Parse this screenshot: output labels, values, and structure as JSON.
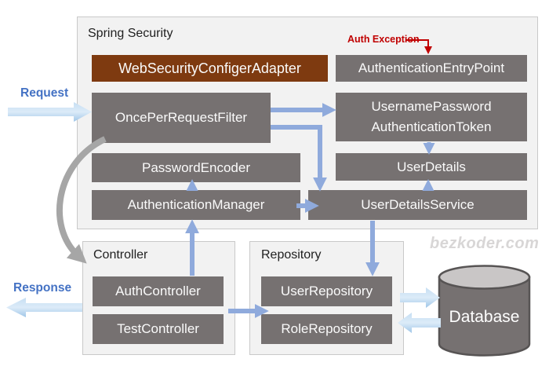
{
  "colors": {
    "box_gray": "#767171",
    "box_brown": "#7E3A10",
    "arrow_blue": "#8FAADC",
    "block_arrow_blue": "#BDD7EE",
    "flow_label_blue": "#4472C4",
    "exception_red": "#C00000",
    "curve_gray": "#A6A6A6",
    "panel_bg": "#F2F2F2"
  },
  "watermark": "bezkoder.com",
  "flow": {
    "request": "Request",
    "response": "Response",
    "auth_exception": "Auth Exception"
  },
  "spring_security": {
    "title": "Spring Security",
    "boxes": {
      "web_security_configer_adapter": "WebSecurityConfigerAdapter",
      "authentication_entry_point": "AuthenticationEntryPoint",
      "once_per_request_filter": "OncePerRequestFilter",
      "username_password_authentication_token": {
        "line1": "UsernamePassword",
        "line2": "AuthenticationToken"
      },
      "password_encoder": "PasswordEncoder",
      "user_details": "UserDetails",
      "authentication_manager": "AuthenticationManager",
      "user_details_service": "UserDetailsService"
    }
  },
  "controller": {
    "title": "Controller",
    "boxes": {
      "auth_controller": "AuthController",
      "test_controller": "TestController"
    }
  },
  "repository": {
    "title": "Repository",
    "boxes": {
      "user_repository": "UserRepository",
      "role_repository": "RoleRepository"
    }
  },
  "database": {
    "label": "Database"
  }
}
